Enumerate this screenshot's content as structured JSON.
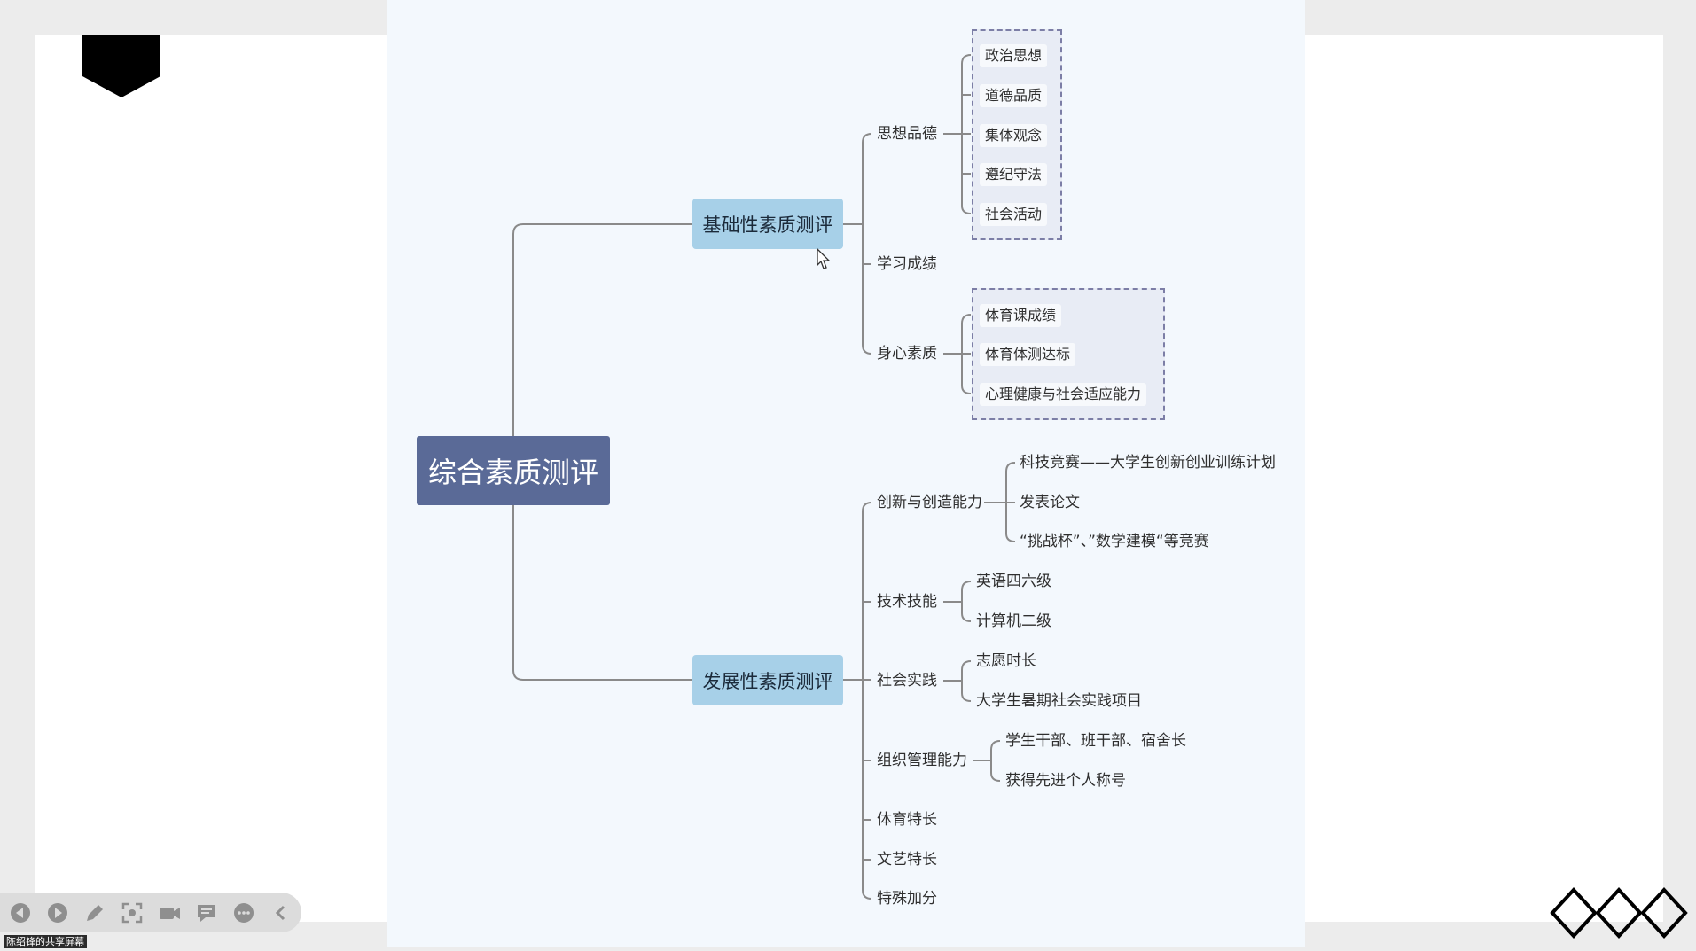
{
  "mindmap": {
    "root": "综合素质测评",
    "basic": {
      "label": "基础性素质测评",
      "sixiang": {
        "label": "思想品德",
        "items": [
          "政治思想",
          "道德品质",
          "集体观念",
          "遵纪守法",
          "社会活动"
        ]
      },
      "xuexi": {
        "label": "学习成绩"
      },
      "shenxin": {
        "label": "身心素质",
        "items": [
          "体育课成绩",
          "体育体测达标",
          "心理健康与社会适应能力"
        ]
      }
    },
    "dev": {
      "label": "发展性素质测评",
      "chuangxin": {
        "label": "创新与创造能力",
        "items": [
          "科技竞赛——大学生创新创业训练计划",
          "发表论文",
          "“挑战杯”、”数学建模“等竞赛"
        ]
      },
      "jishu": {
        "label": "技术技能",
        "items": [
          "英语四六级",
          "计算机二级"
        ]
      },
      "shehui": {
        "label": "社会实践",
        "items": [
          "志愿时长",
          "大学生暑期社会实践项目"
        ]
      },
      "zuzhi": {
        "label": "组织管理能力",
        "items": [
          "学生干部、班干部、宿舍长",
          "获得先进个人称号"
        ]
      },
      "tiyu": {
        "label": "体育特长"
      },
      "wenyi": {
        "label": "文艺特长"
      },
      "teshu": {
        "label": "特殊加分"
      }
    }
  },
  "screen_share": {
    "label": "陈绍锋的共享屏幕"
  },
  "colors": {
    "root_fill": "#5a6a97",
    "main_fill": "#a7d0e8",
    "connector": "#8a8a8a",
    "group_border": "#7c7ea6"
  },
  "toolbar_icons": [
    "back-icon",
    "forward-icon",
    "pen-icon",
    "screenshot-icon",
    "camera-icon",
    "chat-icon",
    "more-icon",
    "collapse-icon"
  ]
}
